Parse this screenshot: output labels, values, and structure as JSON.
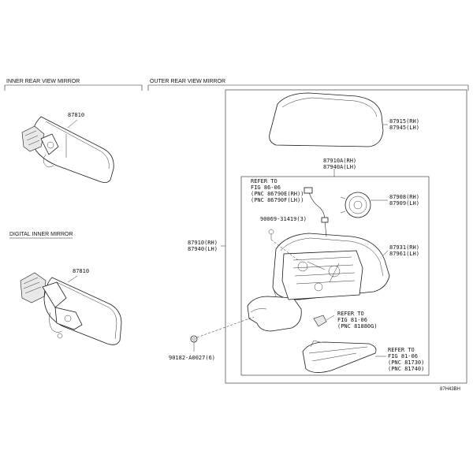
{
  "sections": {
    "inner": "INNER REAR VIEW MIRROR",
    "outer": "OUTER REAR VIEW MIRROR",
    "digital": "DIGITAL INNER MIRROR"
  },
  "labels": {
    "p87810a": "87810",
    "p87810b": "87810",
    "p87915": "87915(RH)",
    "p87945": "87945(LH)",
    "p87910A": "87910A(RH)",
    "p87940A": "87940A(LH)",
    "refer1_l1": "REFER TO",
    "refer1_l2": "FIG 86-06",
    "refer1_l3": "(PNC 86790E(RH))",
    "refer1_l4": "(PNC 86790F(LH))",
    "p90069": "90069-31419(3)",
    "p87908": "87908(RH)",
    "p87909": "87909(LH)",
    "p87910": "87910(RH)",
    "p87940": "87940(LH)",
    "p87931": "87931(RH)",
    "p87961": "87961(LH)",
    "refer2_l1": "REFER TO",
    "refer2_l2": "FIG 81-06",
    "refer2_l3": "(PNC 81880G)",
    "p90182": "90182-A0027(6)",
    "refer3_l1": "REFER TO",
    "refer3_l2": "FIG 81-06",
    "refer3_l3": "(PNC 81730)",
    "refer3_l4": "(PNC 81740)",
    "code": "87H43BH"
  }
}
